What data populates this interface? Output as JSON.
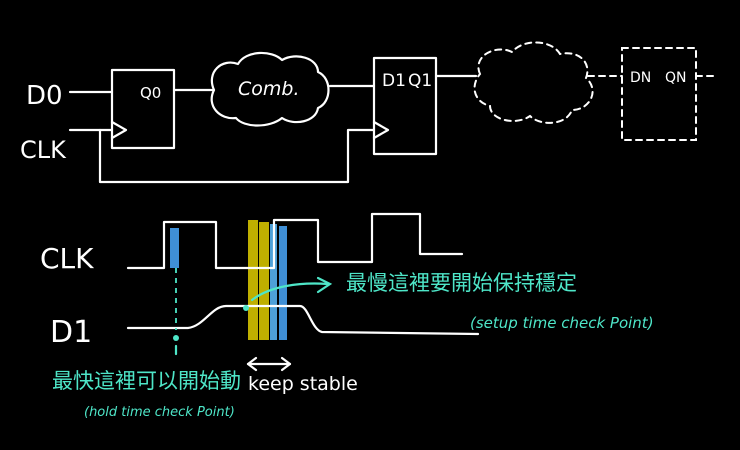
{
  "circuit": {
    "input_d": "D0",
    "input_clk": "CLK",
    "ff1_q": "Q0",
    "comb_label": "Comb.",
    "ff2_d": "D1",
    "ff2_q": "Q1",
    "ffn_d": "DN",
    "ffn_q": "QN"
  },
  "timing": {
    "clk_label": "CLK",
    "d1_label": "D1",
    "hold_note_cn": "最快這裡可以開始動",
    "hold_note_en": "(hold time check Point)",
    "setup_note_cn": "最慢這裡要開始保持穩定",
    "setup_note_en": "(setup time check Point)",
    "keep_stable": "keep stable"
  },
  "colors": {
    "background": "#000000",
    "ink": "#ffffff",
    "annotation": "#4ee6c8",
    "hold_bar": "#3f8fd6",
    "setup_bar": "#c9b800"
  }
}
